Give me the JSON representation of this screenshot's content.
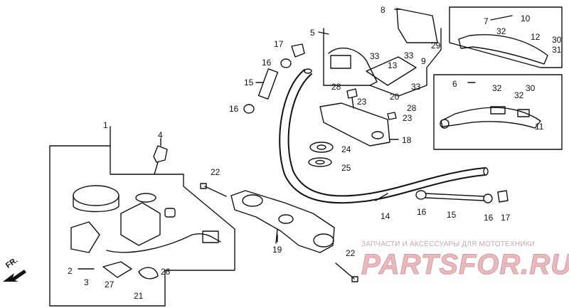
{
  "diagram": {
    "labels": [
      {
        "id": "l1",
        "text": "1"
      },
      {
        "id": "l2",
        "text": "2"
      },
      {
        "id": "l3",
        "text": "3"
      },
      {
        "id": "l4",
        "text": "4"
      },
      {
        "id": "l5",
        "text": "5"
      },
      {
        "id": "l6",
        "text": "6"
      },
      {
        "id": "l7",
        "text": "7"
      },
      {
        "id": "l8",
        "text": "8"
      },
      {
        "id": "l9",
        "text": "9"
      },
      {
        "id": "l10",
        "text": "10"
      },
      {
        "id": "l11",
        "text": "11"
      },
      {
        "id": "l12",
        "text": "12"
      },
      {
        "id": "l13",
        "text": "13"
      },
      {
        "id": "l14",
        "text": "14"
      },
      {
        "id": "l15a",
        "text": "15"
      },
      {
        "id": "l15b",
        "text": "15"
      },
      {
        "id": "l16a",
        "text": "16"
      },
      {
        "id": "l16b",
        "text": "16"
      },
      {
        "id": "l16c",
        "text": "16"
      },
      {
        "id": "l16d",
        "text": "16"
      },
      {
        "id": "l17a",
        "text": "17"
      },
      {
        "id": "l17b",
        "text": "17"
      },
      {
        "id": "l18",
        "text": "18"
      },
      {
        "id": "l19",
        "text": "19"
      },
      {
        "id": "l20",
        "text": "20"
      },
      {
        "id": "l21",
        "text": "21"
      },
      {
        "id": "l22a",
        "text": "22"
      },
      {
        "id": "l22b",
        "text": "22"
      },
      {
        "id": "l23a",
        "text": "23"
      },
      {
        "id": "l23b",
        "text": "23"
      },
      {
        "id": "l24",
        "text": "24"
      },
      {
        "id": "l25",
        "text": "25"
      },
      {
        "id": "l26",
        "text": "26"
      },
      {
        "id": "l27",
        "text": "27"
      },
      {
        "id": "l28a",
        "text": "28"
      },
      {
        "id": "l28b",
        "text": "28"
      },
      {
        "id": "l29",
        "text": "29"
      },
      {
        "id": "l30a",
        "text": "30"
      },
      {
        "id": "l30b",
        "text": "30"
      },
      {
        "id": "l31",
        "text": "31"
      },
      {
        "id": "l32a",
        "text": "32"
      },
      {
        "id": "l32b",
        "text": "32"
      },
      {
        "id": "l32c",
        "text": "32"
      },
      {
        "id": "l33a",
        "text": "33"
      },
      {
        "id": "l33b",
        "text": "33"
      },
      {
        "id": "l33c",
        "text": "33"
      }
    ],
    "front_marker": "FR.",
    "watermark": {
      "caption": "ЗАПЧАСТИ И АКСЕССУАРЫ ДЛЯ МОТОТЕХНИКИ",
      "logo": "PARTSFOR.RU"
    },
    "colors": {
      "ink": "#111111",
      "watermark_logo": "#e8b9bd",
      "watermark_caption": "#c9a8aa"
    }
  }
}
